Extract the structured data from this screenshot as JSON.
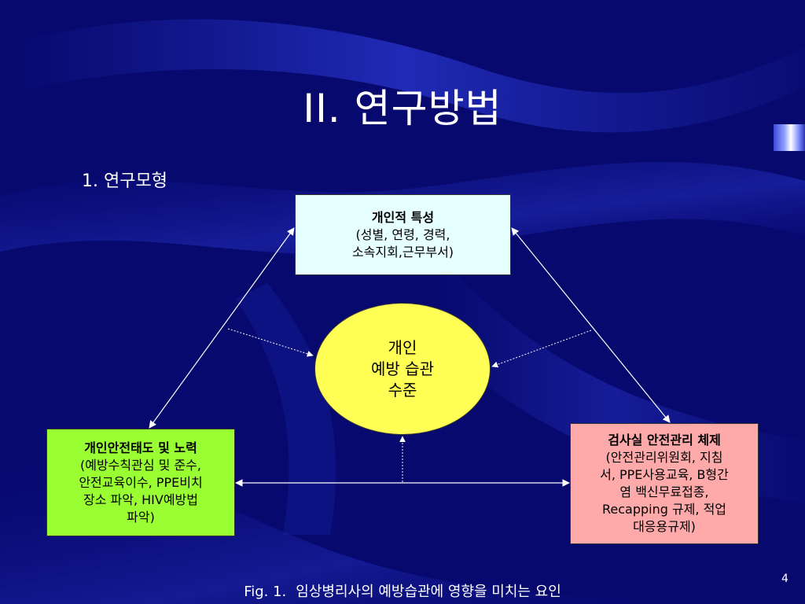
{
  "slide": {
    "title": "II. 연구방법",
    "subtitle": "1. 연구모형",
    "page_number": "4",
    "caption": {
      "prefix": "Fig. 1.",
      "text": "임상병리사의 예방습관에 영향을 미치는 요인"
    }
  },
  "diagram": {
    "personal_traits": {
      "heading": "개인적 특성",
      "lines": [
        "(성별, 연령, 경력,",
        "소속지회,근무부서)"
      ]
    },
    "center": {
      "lines": [
        "개인",
        "예방 습관",
        "수준"
      ]
    },
    "attitude": {
      "heading": "개인안전태도 및 노력",
      "lines": [
        "(예방수칙관심 및 준수,",
        "안전교육이수, PPE비치",
        "장소 파악, HIV예방법",
        "파악)"
      ]
    },
    "lab_system": {
      "heading": "검사실 안전관리 체제",
      "lines": [
        "(안전관리위원회, 지침",
        "서, PPE사용교육, B형간",
        "염 백신무료접종,",
        "Recapping 규제, 적업",
        "대응용규제)"
      ]
    }
  },
  "colors": {
    "background": "#07096e",
    "personal_box": "#e6ffff",
    "center_ellipse": "#ffff55",
    "attitude_box": "#99ff33",
    "lab_box": "#ffaaaa"
  }
}
